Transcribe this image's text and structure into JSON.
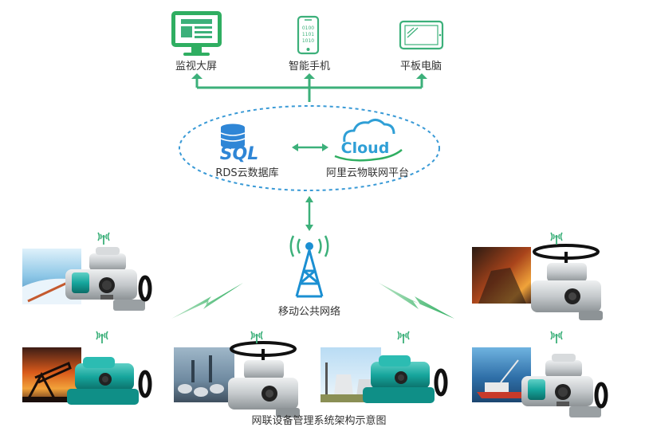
{
  "devices": [
    {
      "label": "监视大屏",
      "icon": "monitor-icon"
    },
    {
      "label": "智能手机",
      "icon": "smartphone-icon"
    },
    {
      "label": "平板电脑",
      "icon": "tablet-icon"
    }
  ],
  "phone_screen_text": [
    "0100",
    "1101",
    "1010"
  ],
  "cloud_group": {
    "database": {
      "logo_text": "SQL",
      "label": "RDS云数据库",
      "icon": "database-icon"
    },
    "cloud": {
      "logo_text": "Cloud",
      "label": "阿里云物联网平台",
      "icon": "cloud-icon"
    }
  },
  "network": {
    "label": "移动公共网络",
    "icon": "cell-tower-icon"
  },
  "caption": "网联设备管理系统架构示意图",
  "colors": {
    "accent_green": "#3cb07a",
    "dashed_blue": "#3a9ad6",
    "tower_blue": "#1b8fd2",
    "actuator_body": "#c9ccce",
    "actuator_teal": "#13a39b"
  }
}
